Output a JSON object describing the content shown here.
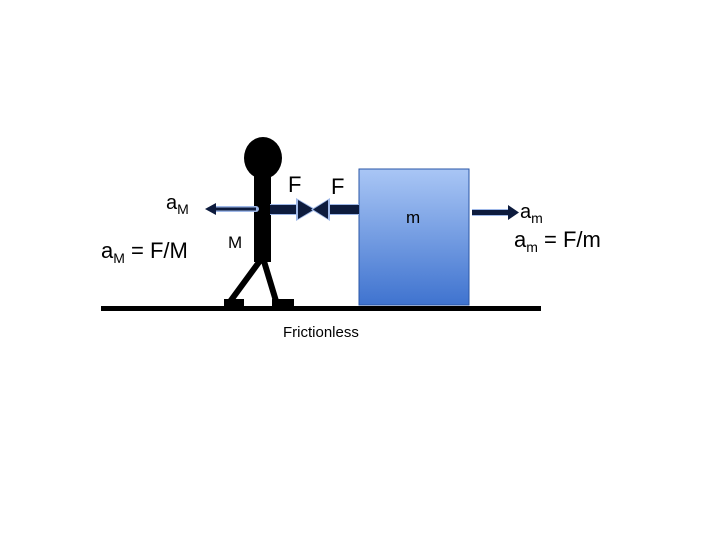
{
  "labels": {
    "force_on_person": "F",
    "force_on_box": "F",
    "person_mass": "M",
    "box_mass": "m",
    "person_accel_base": "a",
    "person_accel_sub": "M",
    "box_accel_base": "a",
    "box_accel_sub": "m",
    "person_eq_base": "a",
    "person_eq_sub": "M",
    "person_eq_rhs": " = F/M",
    "box_eq_base": "a",
    "box_eq_sub": "m",
    "box_eq_rhs": " = F/m",
    "surface": "Frictionless"
  },
  "colors": {
    "figure": "#000000",
    "box_top": "#a9c6f5",
    "box_bottom": "#3f73cf",
    "arrow_fill": "#0d1b3d",
    "arrow_glow": "#9fb8e8"
  }
}
